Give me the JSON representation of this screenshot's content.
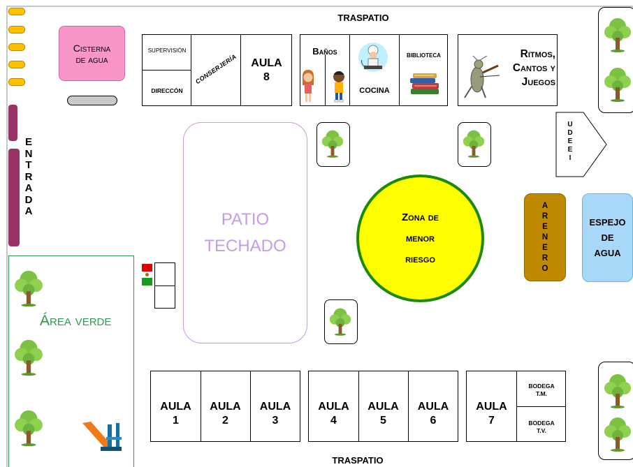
{
  "map": {
    "traspatio_top": "TRASPATIO",
    "traspatio_bottom": "TRASPATIO",
    "cisterna": [
      "Cisterna",
      "de agua"
    ],
    "supervision": "SUPERVISIÓN",
    "direccion": "DIRECCÓN",
    "conserjeria": "CONSERJERÍA",
    "aula8": [
      "AULA",
      "8"
    ],
    "banos": "Baños",
    "cocina": "COCINA",
    "biblioteca": "BIBLIOTECA",
    "ritmos": [
      "Ritmos,",
      "Cantos y",
      "Juegos"
    ],
    "udeei": [
      "U",
      "D",
      "E",
      "E",
      "I"
    ],
    "entrada": [
      "E",
      "N",
      "T",
      "R",
      "A",
      "D",
      "A"
    ],
    "patio": [
      "PATIO",
      "TECHADO"
    ],
    "zona": [
      "Zona de",
      "menor",
      "riesgo"
    ],
    "arenero": [
      "A",
      "R",
      "E",
      "N",
      "E",
      "R",
      "O"
    ],
    "espejo": [
      "ESPEJO",
      "DE",
      "AGUA"
    ],
    "area_verde": "Área verde",
    "aulas_group1": [
      [
        "AULA",
        "1"
      ],
      [
        "AULA",
        "2"
      ],
      [
        "AULA",
        "3"
      ]
    ],
    "aulas_group2": [
      [
        "AULA",
        "4"
      ],
      [
        "AULA",
        "5"
      ],
      [
        "AULA",
        "6"
      ]
    ],
    "aula7": [
      "AULA",
      "7"
    ],
    "bodega_tm": [
      "BODEGA",
      "T.M."
    ],
    "bodega_tv": [
      "BODEGA",
      "T.V."
    ]
  },
  "colors": {
    "cisterna": "#f996c8",
    "entrada": "#993366",
    "patio_text": "#c79be6",
    "zona": "#ffff00",
    "zona_border": "#1a8a00",
    "arenero": "#c08a00",
    "espejo": "#a8d8f8",
    "area_verde_text": "#2f9a4d"
  }
}
